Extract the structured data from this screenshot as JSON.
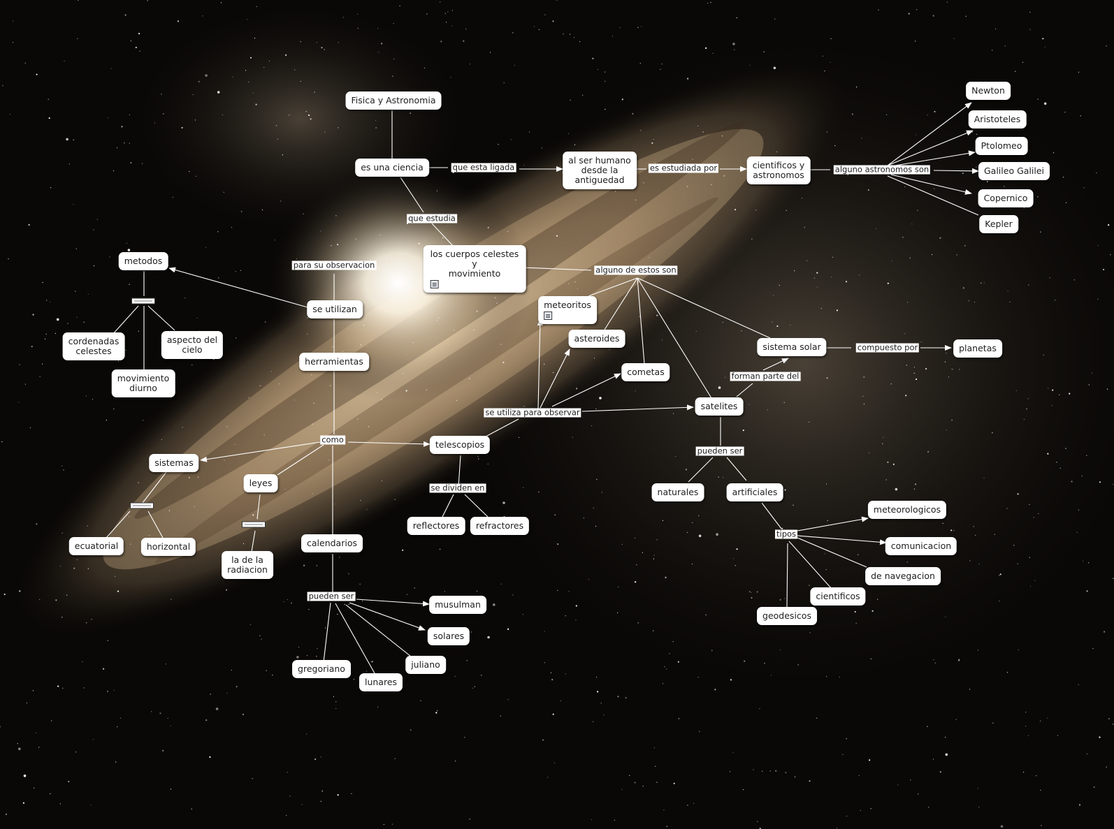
{
  "colors": {
    "link": "#ffffff",
    "node_bg": "#ffffff",
    "text": "#1e1e1e",
    "space": "#0a0806"
  },
  "concepts": {
    "fisica": "Fisica y Astronomia",
    "ciencia": "es una ciencia",
    "humano": [
      "al ser humano",
      "desde la",
      "antiguedad"
    ],
    "cientificos": [
      "cientificos y",
      "astronomos"
    ],
    "newton": "Newton",
    "aristoteles": "Aristoteles",
    "ptolomeo": "Ptolomeo",
    "galileo": "Galileo Galilei",
    "copernico": "Copernico",
    "kepler": "Kepler",
    "cuerpos": [
      "los cuerpos celestes",
      "y",
      "movimiento"
    ],
    "metodos": "metodos",
    "cordenadas": [
      "cordenadas",
      "celestes"
    ],
    "aspecto": [
      "aspecto del",
      "cielo"
    ],
    "mov_diurno": [
      "movimiento",
      "diurno"
    ],
    "se_utilizan": "se utilizan",
    "herramientas": "herramientas",
    "meteoritos": "meteoritos",
    "asteroides": "asteroides",
    "cometas": "cometas",
    "sistema_solar": "sistema solar",
    "planetas": "planetas",
    "satelites": "satelites",
    "telescopios": "telescopios",
    "sistemas": "sistemas",
    "leyes": "leyes",
    "ecuatorial": "ecuatorial",
    "horizontal": "horizontal",
    "radiacion": [
      "la de la",
      "radiacion"
    ],
    "calendarios": "calendarios",
    "reflectores": "reflectores",
    "refractores": "refractores",
    "naturales": "naturales",
    "artificiales": "artificiales",
    "meteorologicos": "meteorologicos",
    "comunicacion": "comunicacion",
    "navegacion": "de navegacion",
    "cientificos2": "cientificos",
    "geodesicos": "geodesicos",
    "musulman": "musulman",
    "solares": "solares",
    "juliano": "juliano",
    "gregoriano": "gregoriano",
    "lunares": "lunares"
  },
  "linking_phrases": {
    "que_esta_ligada": "que esta ligada",
    "es_estudiada_por": "es estudiada por",
    "alguno_astronomos": "alguno astronomos son",
    "que_estudia": "que estudia",
    "para_su_observacion": "para su observacion",
    "alguno_de_estos": "alguno de estos son",
    "compuesto_por": "compuesto por",
    "forman_parte_del": "forman parte del",
    "se_utiliza_para": "se utiliza para observar",
    "como": "como",
    "se_dividen_en": "se dividen en",
    "pueden_ser_sat": "pueden ser",
    "tipos": "tipos",
    "pueden_ser_cal": "pueden ser"
  }
}
